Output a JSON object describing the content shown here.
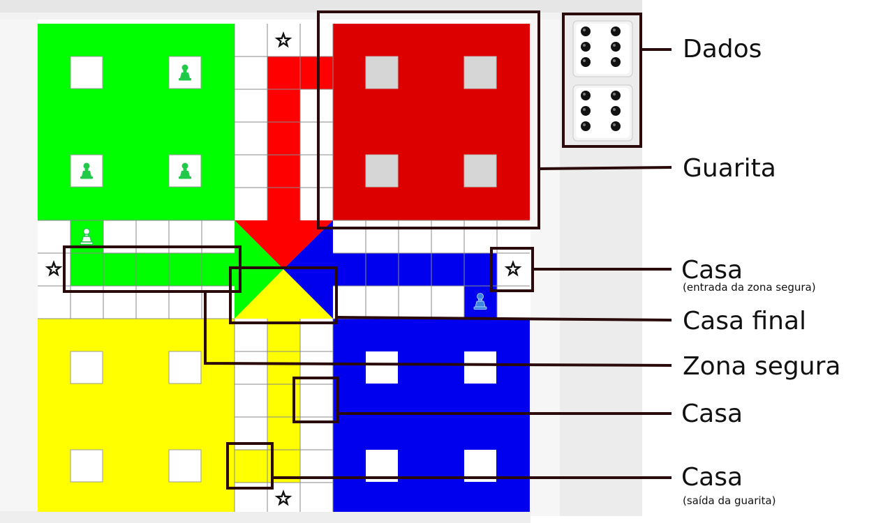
{
  "colors": {
    "green": "#00ff00",
    "red": "#dd0000",
    "blue": "#0000ee",
    "yellow": "#ffff00",
    "piece_green": "#22c84a",
    "piece_blue": "#3a86e0",
    "annotation": "#2a0a0a"
  },
  "dice": {
    "values": [
      6,
      6
    ]
  },
  "pieces": [
    {
      "color": "green",
      "location": "green-base-slot-2"
    },
    {
      "color": "green",
      "location": "green-base-slot-3"
    },
    {
      "color": "green",
      "location": "green-base-slot-4"
    },
    {
      "color": "green",
      "location": "track"
    },
    {
      "color": "blue",
      "location": "track"
    }
  ],
  "annotations": {
    "dados": "Dados",
    "guarita": "Guarita",
    "casa_entrada": "Casa",
    "casa_entrada_note": "(entrada da zona segura)",
    "casa_final": "Casa final",
    "zona_segura": "Zona segura",
    "casa": "Casa",
    "casa_saida": "Casa",
    "casa_saida_note": "(saída da guarita)"
  }
}
